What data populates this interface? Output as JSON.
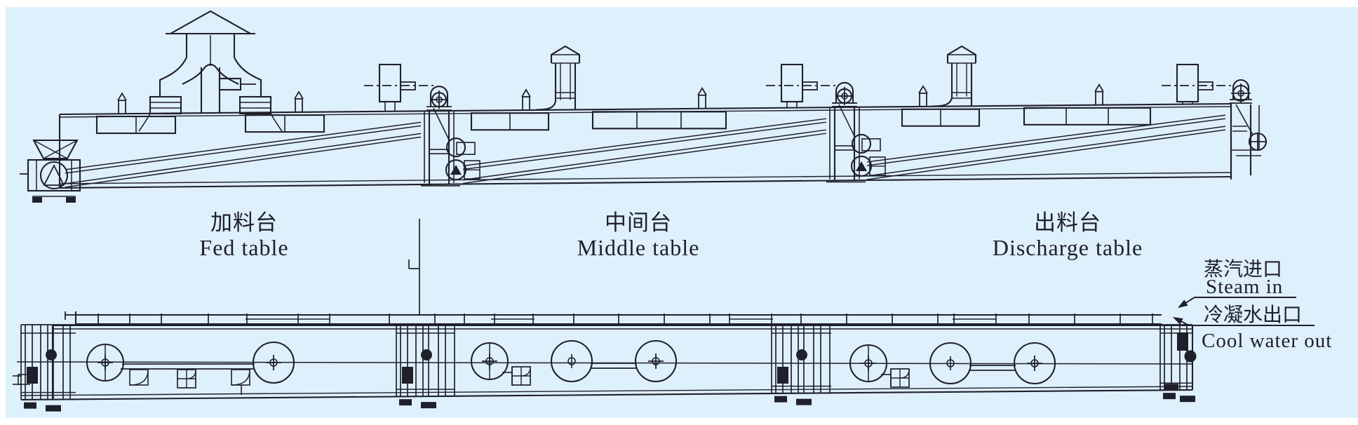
{
  "diagram": {
    "title_hint": "mesh-belt dryer three-table engineering drawing",
    "panel_color": "#def0fb",
    "line_color": "#20202a",
    "tables": [
      {
        "id": "fed",
        "name_cn": "加料台",
        "name_en": "Fed table"
      },
      {
        "id": "middle",
        "name_cn": "中间台",
        "name_en": "Middle table"
      },
      {
        "id": "discharge",
        "name_cn": "出料台",
        "name_en": "Discharge table"
      }
    ],
    "pipe_annotations": [
      {
        "id": "steam-in",
        "name_cn": "蒸汽进口",
        "name_en": "Steam in"
      },
      {
        "id": "cool-water-out",
        "name_cn": "冷凝水出口",
        "name_en": "Cool water out"
      }
    ]
  }
}
